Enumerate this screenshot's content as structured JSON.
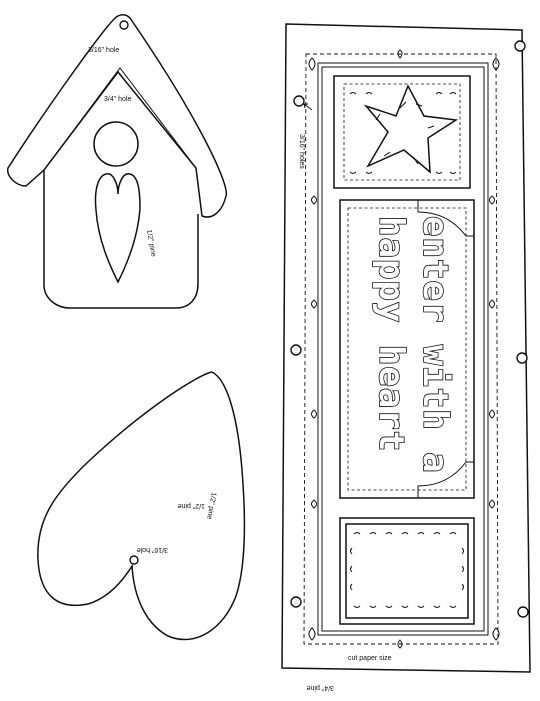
{
  "birdhouse": {
    "label_top_hole": "3/16\" hole",
    "label_entry_hole": "3/4\" hole",
    "label_thickness": "1/2\" pine"
  },
  "heart": {
    "label_hole": "3/16\" hole",
    "label_thickness": "1/2\" pine"
  },
  "sign_board": {
    "label_holes": "3/16\" holes",
    "label_cut_paper": "cut paper size",
    "label_thickness": "3/4\" pine",
    "sign_line1": "enter with a",
    "sign_line2": "happy heart"
  }
}
